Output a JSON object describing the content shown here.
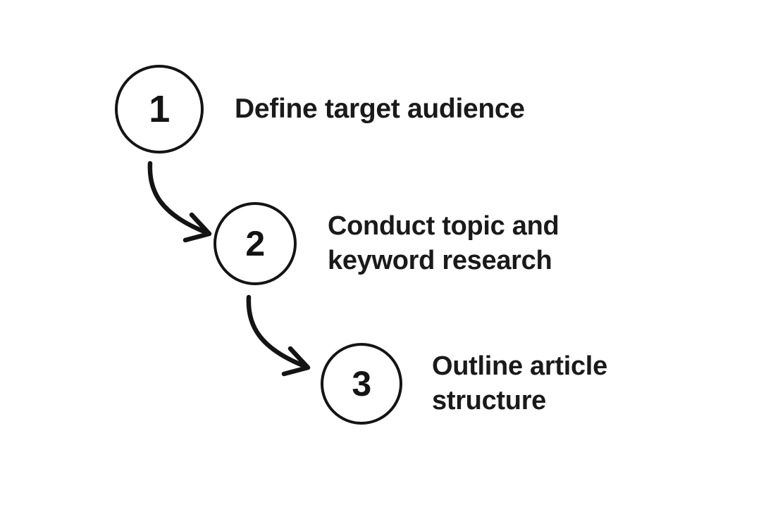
{
  "diagram": {
    "type": "numbered-step-flow",
    "orientation": "cascading-down-right",
    "background_color": "#ffffff",
    "stroke_color": "#141414",
    "text_color": "#1a1a1a",
    "steps": [
      {
        "number": "1",
        "label": "Define target audience",
        "icon_name": "step-circle-1"
      },
      {
        "number": "2",
        "label": "Conduct topic and\nkeyword research",
        "icon_name": "step-circle-2"
      },
      {
        "number": "3",
        "label": "Outline article\nstructure",
        "icon_name": "step-circle-3"
      }
    ],
    "connectors": [
      {
        "name": "arrow-step1-to-step2",
        "from": "1",
        "to": "2",
        "style": "curved-arrow-open-chevron"
      },
      {
        "name": "arrow-step2-to-step3",
        "from": "2",
        "to": "3",
        "style": "curved-arrow-open-chevron"
      }
    ]
  }
}
